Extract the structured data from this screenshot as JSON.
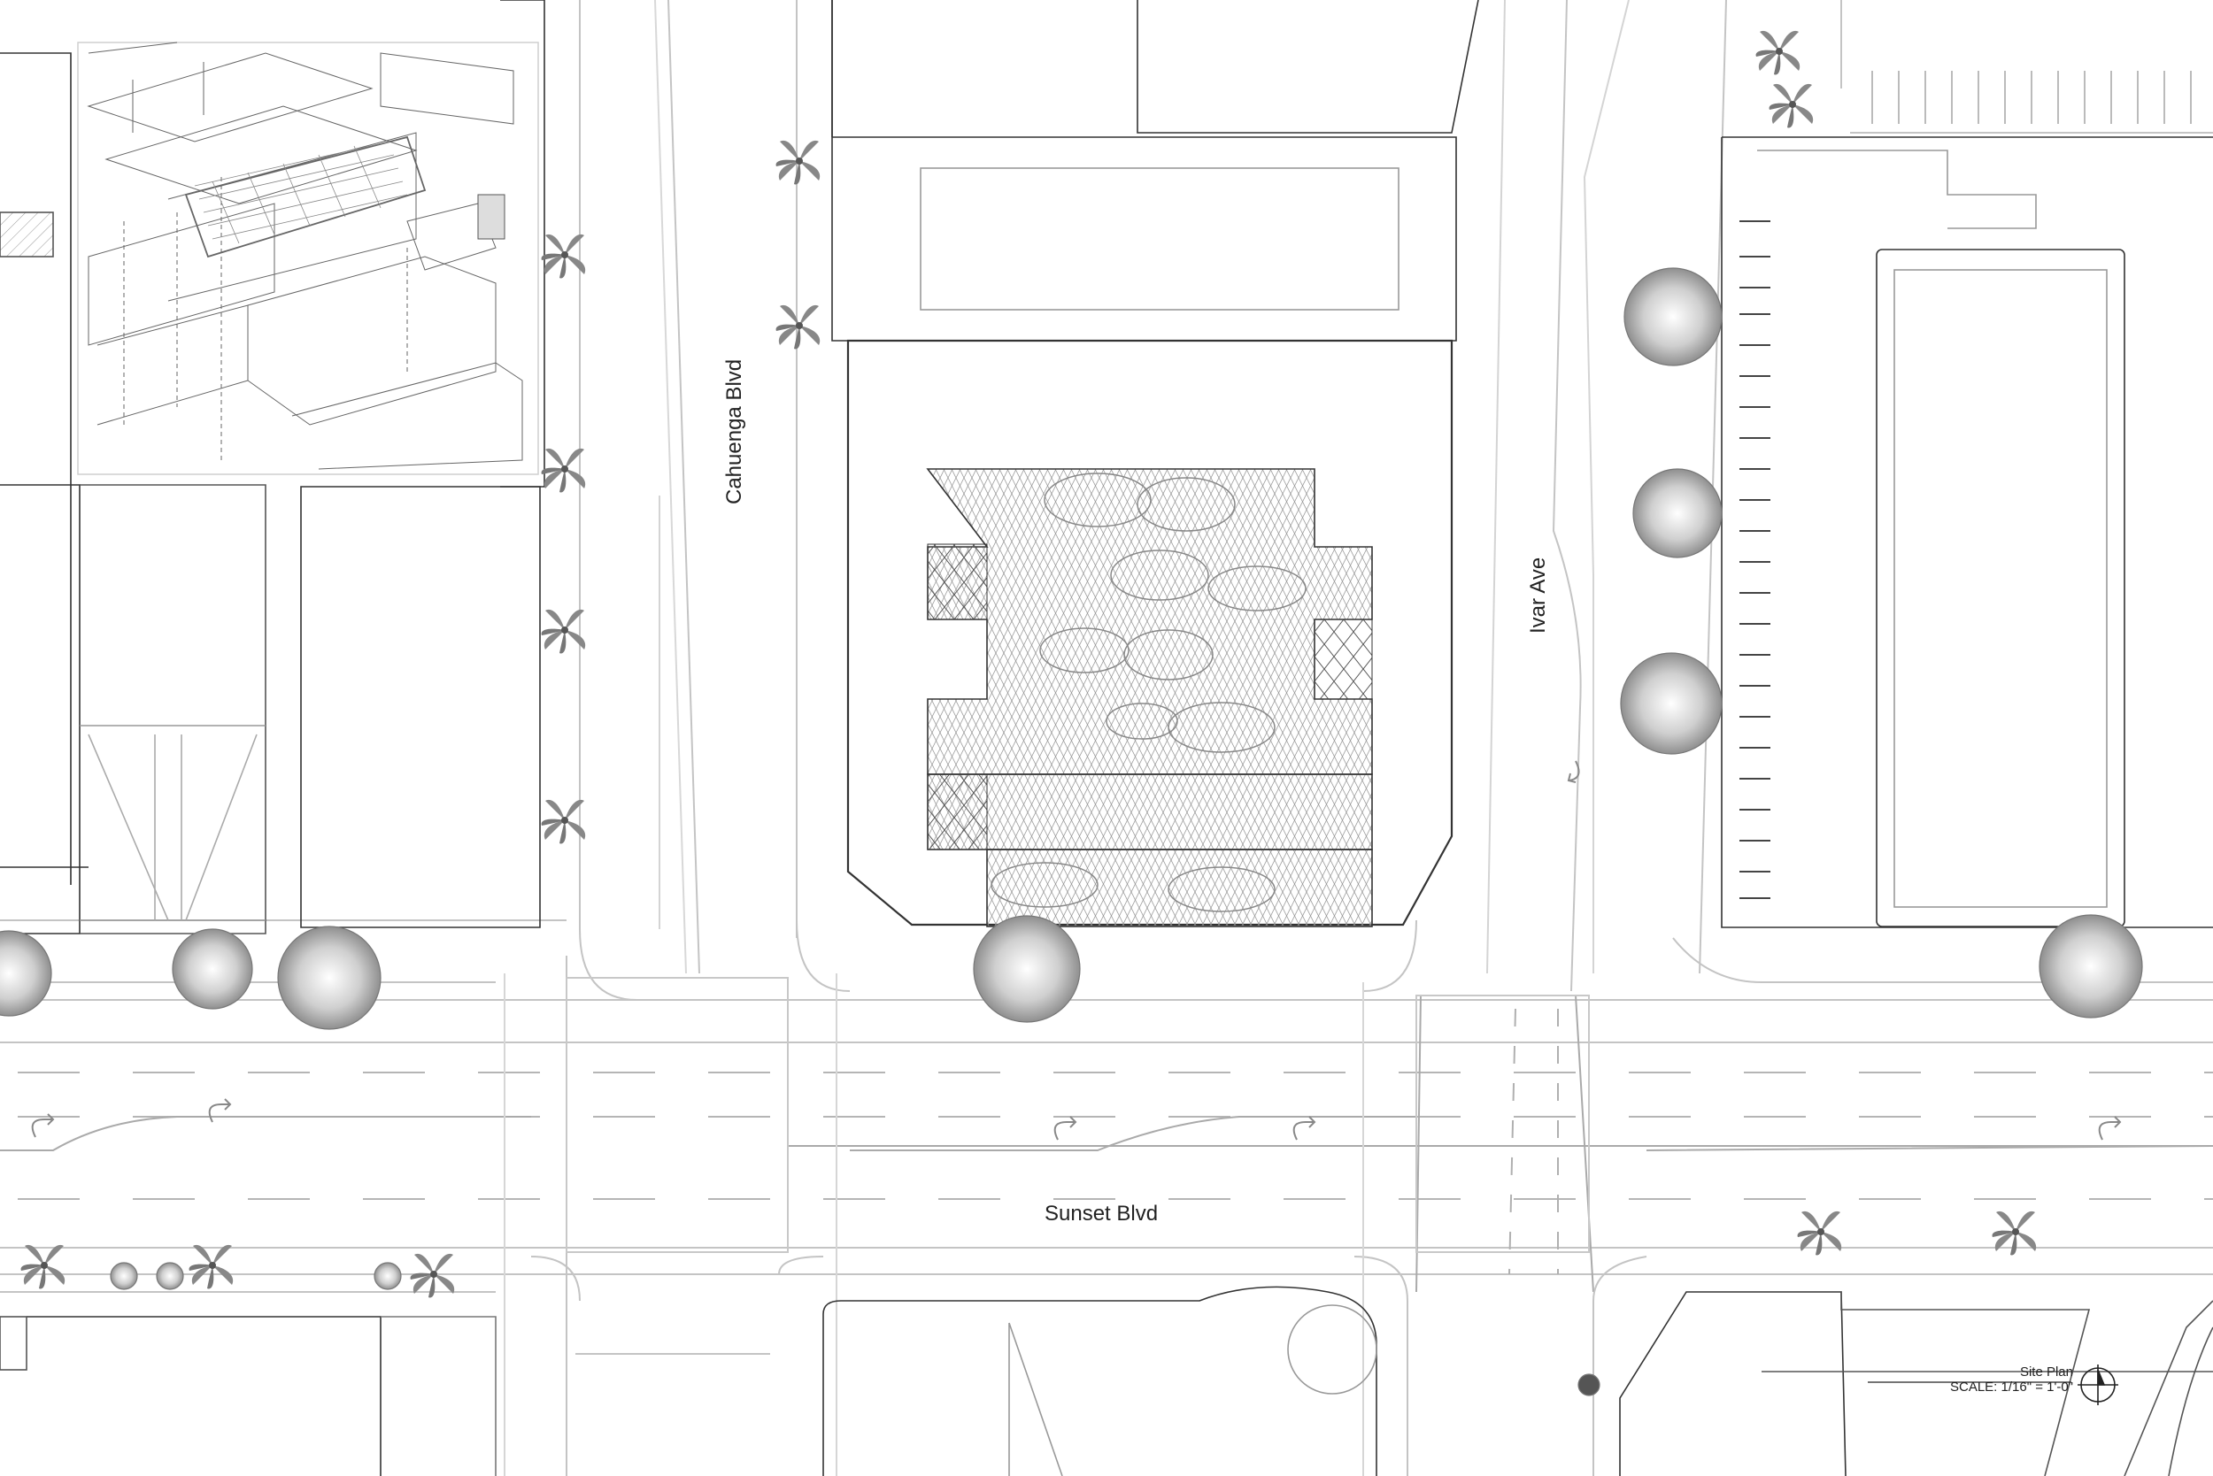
{
  "streets": {
    "cahuenga": "Cahuenga Blvd",
    "ivar": "Ivar Ave",
    "sunset": "Sunset Blvd"
  },
  "title_block": {
    "name": "Site Plan",
    "scale": "SCALE: 1/16\" = 1'-0\""
  },
  "colors": {
    "line": "#bdbdbd",
    "line_dark": "#333333",
    "paving": "#8a8a8a",
    "tree": "#6f6f6f",
    "inset_line": "#555555"
  },
  "icons": [
    "north-arrow-icon",
    "tree-canopy-icon",
    "palm-tree-icon",
    "turn-arrow-icon"
  ]
}
